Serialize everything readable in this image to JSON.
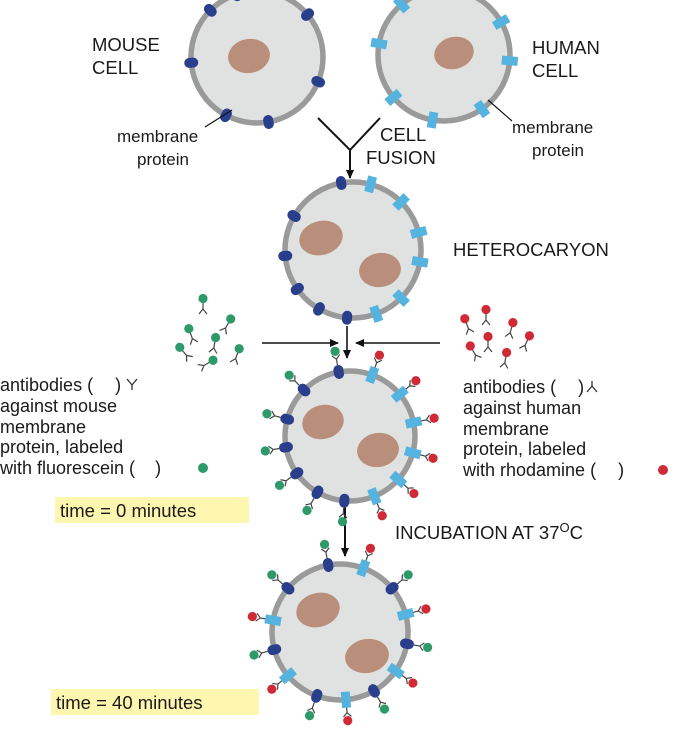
{
  "labels": {
    "mouse_cell": [
      "MOUSE",
      "CELL"
    ],
    "human_cell": [
      "HUMAN",
      "CELL"
    ],
    "membrane_protein_left": [
      "membrane",
      "protein"
    ],
    "membrane_protein_right": [
      "membrane",
      "protein"
    ],
    "cell_fusion": [
      "CELL",
      "FUSION"
    ],
    "heterocaryon": "HETEROCARYON",
    "antibodies_mouse": {
      "line1": "antibodies (",
      "line1_end": ")",
      "line2": "against mouse",
      "line3": "membrane",
      "line4": "protein, labeled",
      "line5": "with fluorescein (",
      "line5_end": ")"
    },
    "antibodies_human": {
      "line1": "antibodies (",
      "line1_end": ")",
      "line2": "against human",
      "line3": "membrane",
      "line4": "protein, labeled",
      "line5": "with rhodamine (",
      "line5_end": ")"
    },
    "time_0": "time = 0 minutes",
    "time_40": "time = 40 minutes",
    "incubation": "INCUBATION AT 37",
    "incubation_sup": "O",
    "incubation_unit": "C"
  },
  "colors": {
    "membrane": "#9a9a9a",
    "cytoplasm": "#e0e1e1",
    "nucleus": "#b98e7a",
    "mouse_protein": "#2a3f8c",
    "human_protein": "#55b3e0",
    "fluorescein": "#2e9a6a",
    "rhodamine": "#cf2a35",
    "highlight": "#fff7b0"
  },
  "icons": {
    "antibody": "antibody-y-icon",
    "fluorescein_dot": "green-dot-icon",
    "rhodamine_dot": "red-dot-icon"
  }
}
